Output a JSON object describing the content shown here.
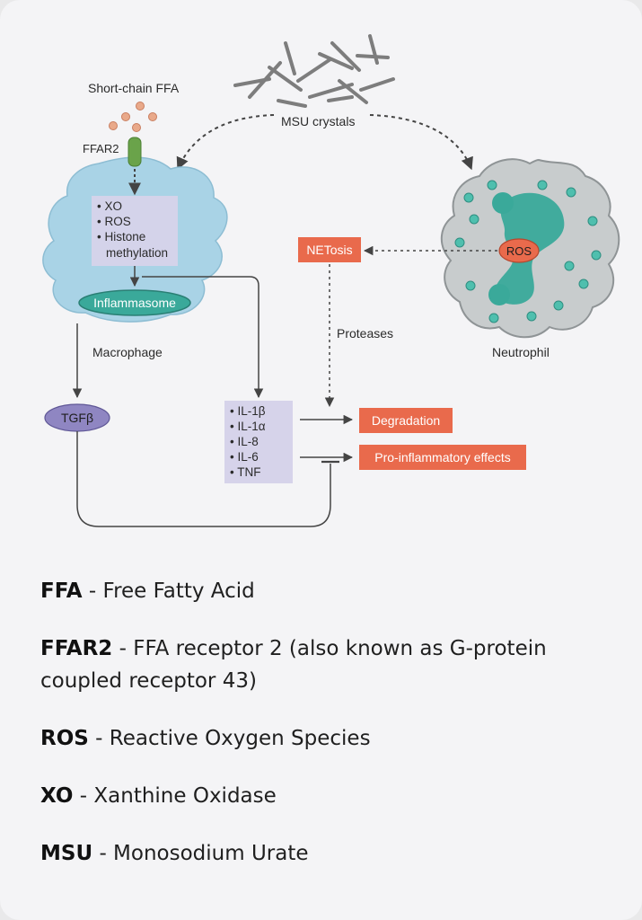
{
  "diagram": {
    "labels": {
      "short_chain_ffa": "Short-chain FFA",
      "ffar2": "FFAR2",
      "msu_crystals": "MSU crystals",
      "macrophage": "Macrophage",
      "neutrophil": "Neutrophil",
      "inflammasome": "Inflammasome",
      "tgfb": "TGFβ",
      "netosis": "NETosis",
      "ros": "ROS",
      "proteases": "Proteases",
      "degradation": "Degradation",
      "pro_inflammatory": "Pro-inflammatory effects"
    },
    "macrophage_box_items": [
      "• XO",
      "• ROS",
      "• Histone",
      "methylation"
    ],
    "cytokines": [
      "• IL-1β",
      "• IL-1α",
      "• IL-8",
      "• IL-6",
      "• TNF"
    ],
    "colors": {
      "cell_blue": "#a9d3e6",
      "cell_grey": "#c8cccd",
      "teal": "#3aa99a",
      "orange_box": "#e96a4c",
      "purple_box": "#d6d3ea",
      "receptor_green": "#6aa34a",
      "ffa_dot": "#e9a98a",
      "tgfb_oval": "#8f86c2"
    }
  },
  "legend": [
    {
      "term": "FFA",
      "definition": " - Free Fatty Acid"
    },
    {
      "term": "FFAR2",
      "definition": " - FFA receptor 2 (also known as G-protein coupled receptor 43)"
    },
    {
      "term": "ROS",
      "definition": " - Reactive Oxygen Species"
    },
    {
      "term": "XO",
      "definition": " - Xanthine Oxidase"
    },
    {
      "term": "MSU",
      "definition": " - Monosodium Urate"
    }
  ]
}
